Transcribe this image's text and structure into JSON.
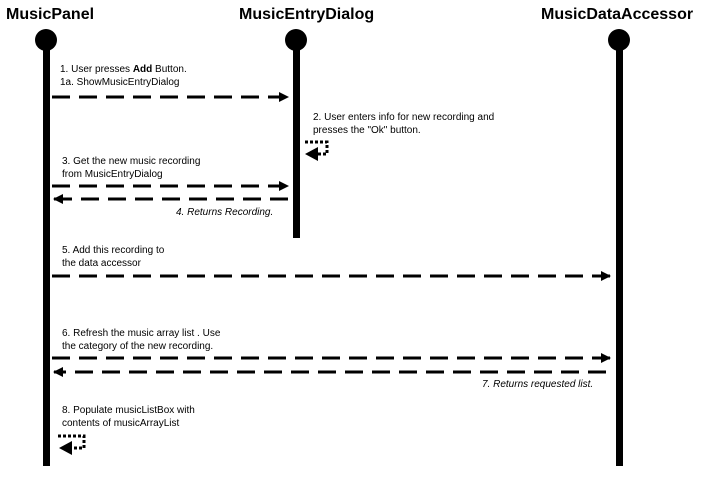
{
  "actors": [
    {
      "id": "music_panel",
      "label": "MusicPanel"
    },
    {
      "id": "music_entry_dialog",
      "label": "MusicEntryDialog"
    },
    {
      "id": "music_data_accessor",
      "label": "MusicDataAccessor"
    }
  ],
  "messages": {
    "m1_line1_prefix": "1.  User presses ",
    "m1_line1_bold": "Add",
    "m1_line1_suffix": " Button.",
    "m1_line2": "1a.  ShowMusicEntryDialog",
    "m2_line1": "2.  User enters info for new recording and",
    "m2_line2": "presses the \"Ok\" button.",
    "m3_line1": "3.  Get the new music recording",
    "m3_line2": "from MusicEntryDialog",
    "m4": "4.  Returns Recording.",
    "m5_line1": "5.  Add this recording to",
    "m5_line2": "the data accessor",
    "m6_line1": "6.  Refresh the music array list .  Use",
    "m6_line2": "the category of the new recording.",
    "m7": "7.  Returns requested list.",
    "m8_line1": "8.  Populate musicListBox with",
    "m8_line2": "contents of musicArrayList"
  }
}
